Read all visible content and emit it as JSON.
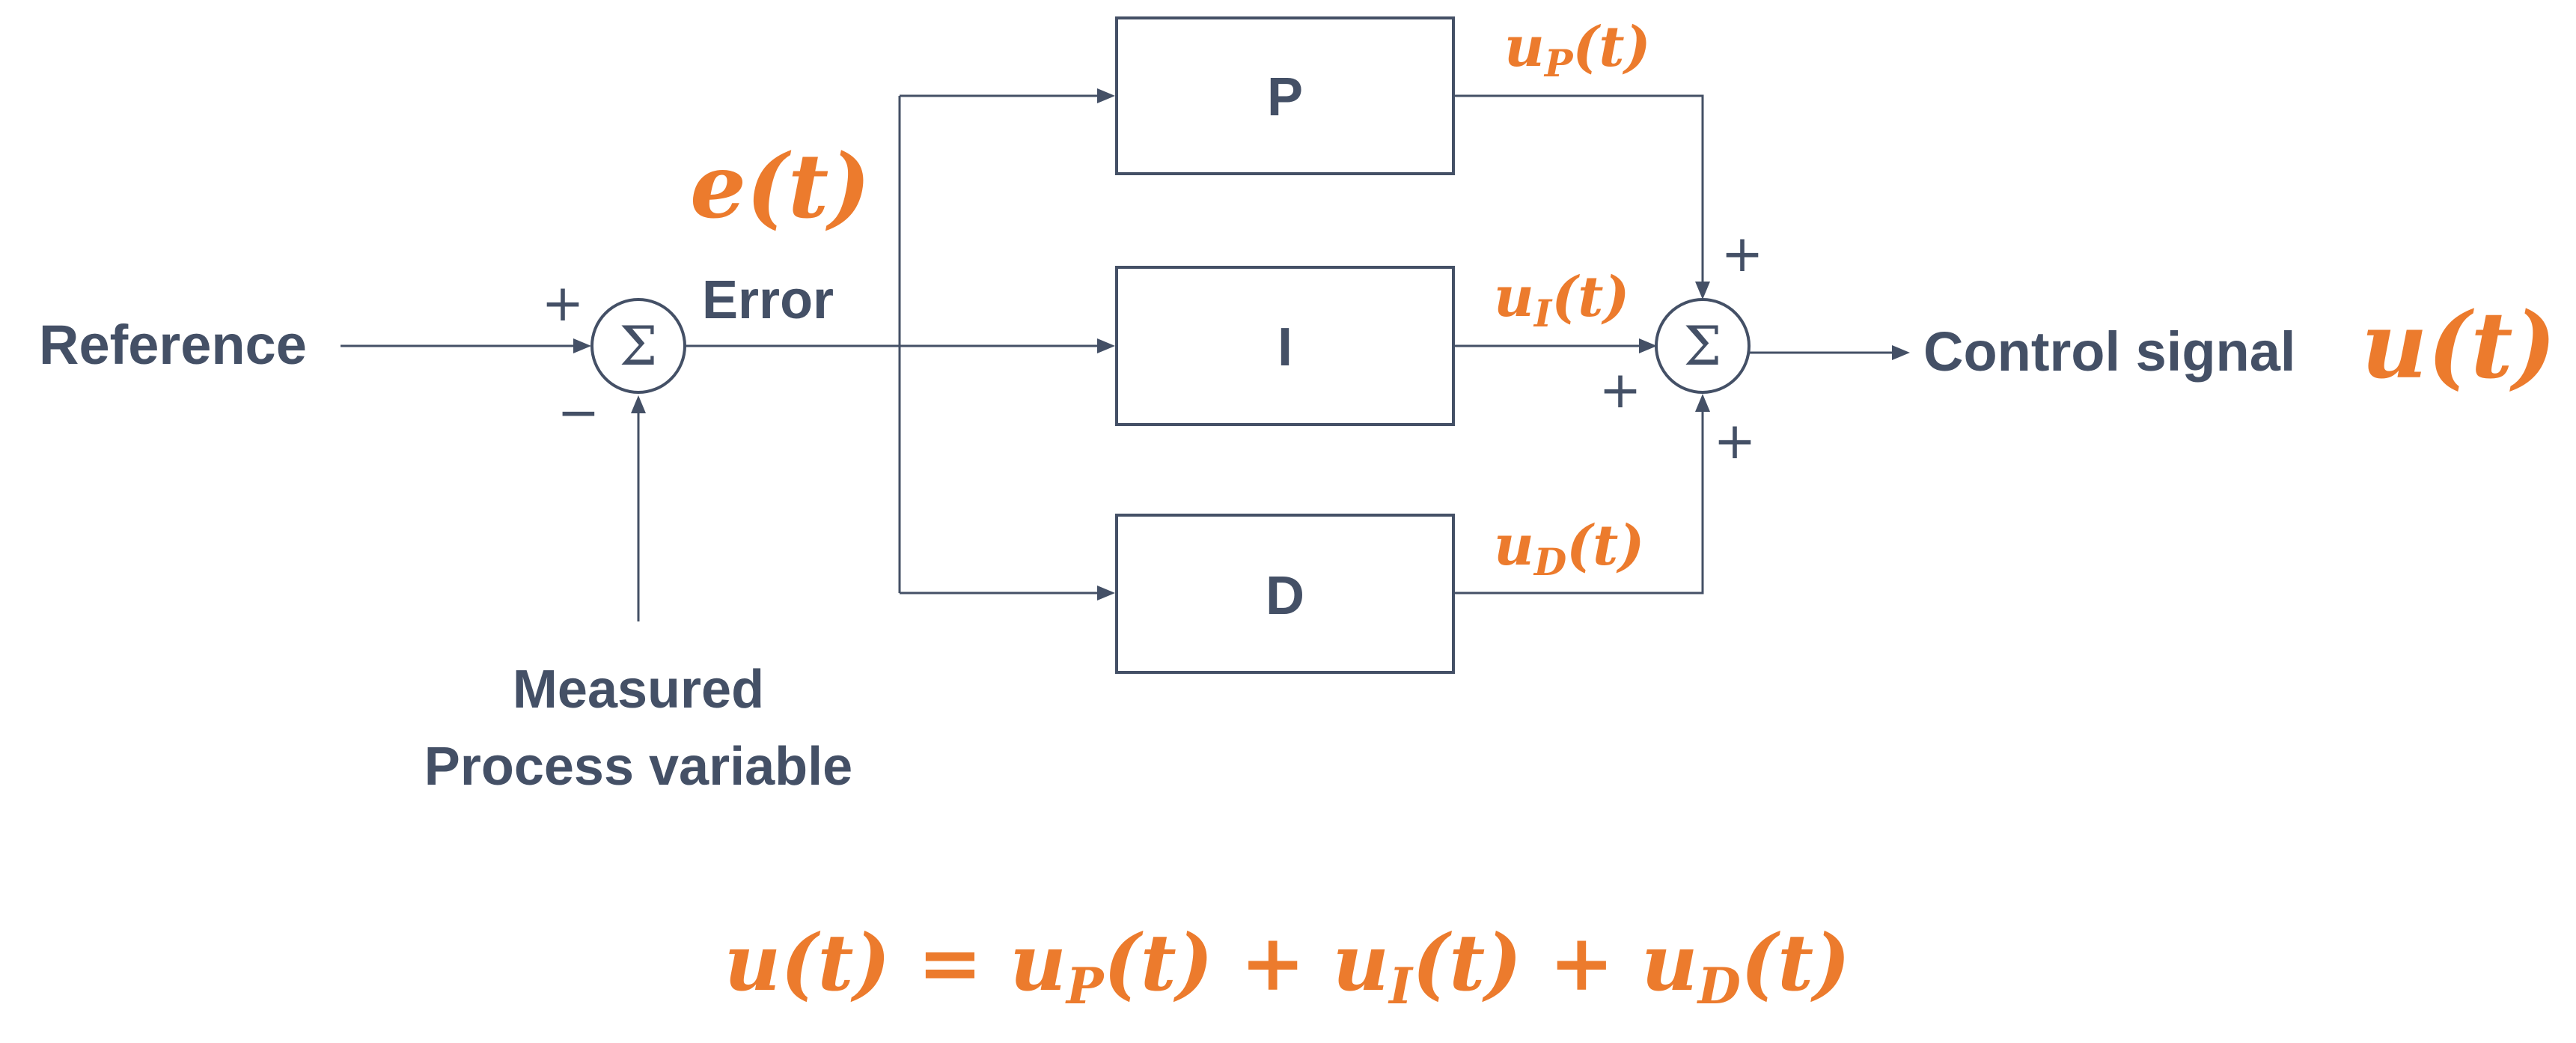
{
  "inputs": {
    "reference": "Reference",
    "measured_line1": "Measured",
    "measured_line2": "Process variable"
  },
  "error_label": "Error",
  "error_symbol": "e(t)",
  "blocks": {
    "p": "P",
    "i": "I",
    "d": "D"
  },
  "signals": {
    "up": "u",
    "up_sub": "P",
    "ui": "u",
    "ui_sub": "I",
    "ud": "u",
    "ud_sub": "D",
    "arg": "(t)"
  },
  "sum_symbol": "Σ",
  "signs": {
    "sum1_plus": "+",
    "sum1_minus": "−",
    "sum2_plus_top": "+",
    "sum2_plus_left": "+",
    "sum2_plus_bottom": "+"
  },
  "output": {
    "label": "Control signal",
    "symbol": "u(t)"
  },
  "equation": {
    "lhs": "u(t) = ",
    "t1": "u",
    "t1_sub": "P",
    "t1_arg": "(t) + ",
    "t2": "u",
    "t2_sub": "I",
    "t2_arg": "(t) + ",
    "t3": "u",
    "t3_sub": "D",
    "t3_arg": "(t)"
  },
  "colors": {
    "line": "#445066",
    "accent": "#ec7b2d",
    "background": "#ffffff"
  }
}
